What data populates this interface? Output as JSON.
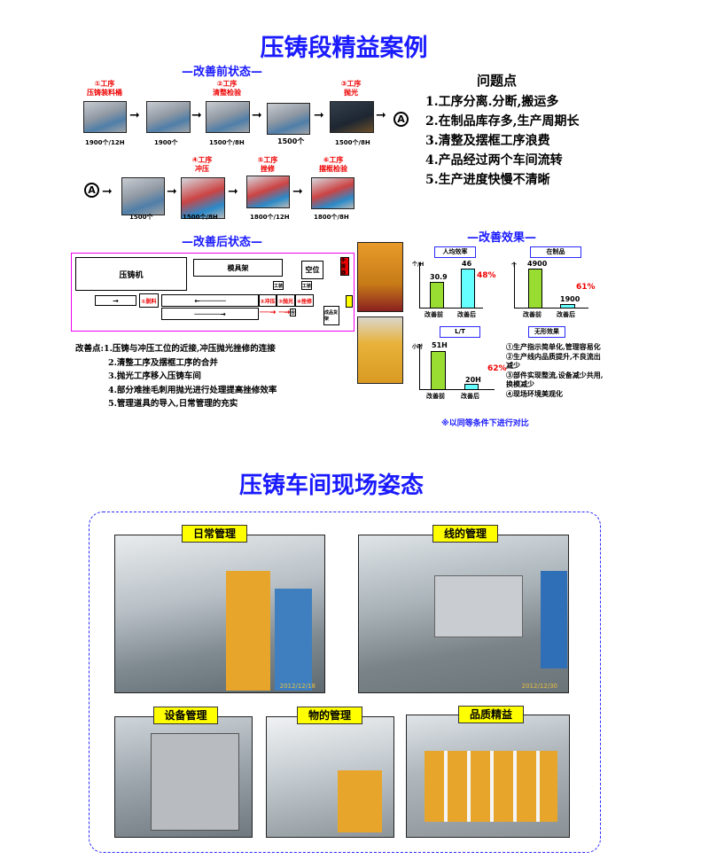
{
  "title": "压铸段精益案例",
  "before": {
    "header": "—改善前状态—",
    "row1": [
      {
        "label1": "①工序",
        "label2": "压铸装料桶",
        "caption": "1900个/12H",
        "cap_icon": "worker-icon"
      },
      {
        "label1": "",
        "label2": "",
        "caption": "1900个",
        "cap_icon": "inventory-icon"
      },
      {
        "label1": "②工序",
        "label2": "清整检验",
        "caption": "1500个/8H",
        "cap_icon": "worker-icon"
      },
      {
        "label1": "",
        "label2": "",
        "caption": "1500个",
        "cap_icon": ""
      },
      {
        "label1": "③工序",
        "label2": "抛光",
        "caption": "1500个/8H",
        "cap_icon": "worker-icon"
      }
    ],
    "row2": [
      {
        "label1": "",
        "label2": "",
        "caption": "1500个",
        "cap_icon": "inventory-icon"
      },
      {
        "label1": "④工序",
        "label2": "冲压",
        "caption": "1500个/8H",
        "cap_icon": "worker-icon"
      },
      {
        "label1": "⑤工序",
        "label2": "挫修",
        "caption": "1800个/12H",
        "cap_icon": "worker-icon"
      },
      {
        "label1": "⑥工序",
        "label2": "摆框检验",
        "caption": "1800个/8H",
        "cap_icon": "worker-icon"
      }
    ],
    "connector": "A"
  },
  "issues": {
    "header": "问题点",
    "items": [
      "1.工序分离.分断,搬运多",
      "2.在制品库存多,生产周期长",
      "3.清整及摆框工序浪费",
      "4.产品经过两个车间流转",
      "5.生产进度快慢不清晰"
    ]
  },
  "after": {
    "header": "—改善后状态—",
    "layout": {
      "die_cast": "压铸机",
      "mold_rack": "模具架",
      "empty": "空位",
      "fire": "手提器",
      "step1": "①脱料",
      "step2": "②冲压",
      "step3": "③抛光",
      "step4": "④挫修",
      "finished": "成品货架",
      "small1": "工装",
      "small2": "工装",
      "small3": "台"
    },
    "improvements_label": "改善点:",
    "improvements": [
      "1.压铸与冲压工位的近接,冲压抛光挫修的连接",
      "2.清整工序及摆框工序的合并",
      "3.抛光工序移入压铸车间",
      "4.部分难挫毛刺用抛光进行处理提高挫修效率",
      "5.管理道具的导入,日常管理的充实"
    ]
  },
  "results": {
    "header": "—改善效果—",
    "chart_data": [
      {
        "type": "bar",
        "title": "人均效率",
        "ylabel": "个/H",
        "categories": [
          "改善前",
          "改善后"
        ],
        "values": [
          30.9,
          46
        ],
        "value_labels": [
          "30.9",
          "46"
        ],
        "change": "48%"
      },
      {
        "type": "bar",
        "title": "在制品",
        "ylabel": "个",
        "categories": [
          "改善前",
          "改善后"
        ],
        "values": [
          4900,
          1900
        ],
        "value_labels": [
          "4900",
          "1900"
        ],
        "change": "61%"
      },
      {
        "type": "bar",
        "title": "L/T",
        "ylabel": "小时",
        "categories": [
          "改善前",
          "改善后"
        ],
        "values": [
          51,
          20
        ],
        "value_labels": [
          "51H",
          "20H"
        ],
        "change": "62%"
      }
    ],
    "invisible_title": "无形效果",
    "invisible": [
      "①生产指示简单化,管理容易化",
      "②生产线内品质提升,不良流出减少",
      "③部件实现整流,设备减少共用,换模减少",
      "④现场环境美观化"
    ],
    "note": "※以同等条件下进行对比"
  },
  "section2": {
    "title": "压铸车间现场姿态",
    "photos": [
      {
        "label": "日常管理",
        "stamp": "2012/12/18"
      },
      {
        "label": "线的管理",
        "stamp": "2012/12/30"
      },
      {
        "label": "设备管理",
        "stamp": ""
      },
      {
        "label": "物的管理",
        "stamp": ""
      },
      {
        "label": "品质精益",
        "stamp": ""
      }
    ]
  },
  "colors": {
    "title": "#1a1aff",
    "red": "#ee0000",
    "green": "#99dd33",
    "cyan": "#66ffff",
    "magenta": "#ee00ee"
  }
}
